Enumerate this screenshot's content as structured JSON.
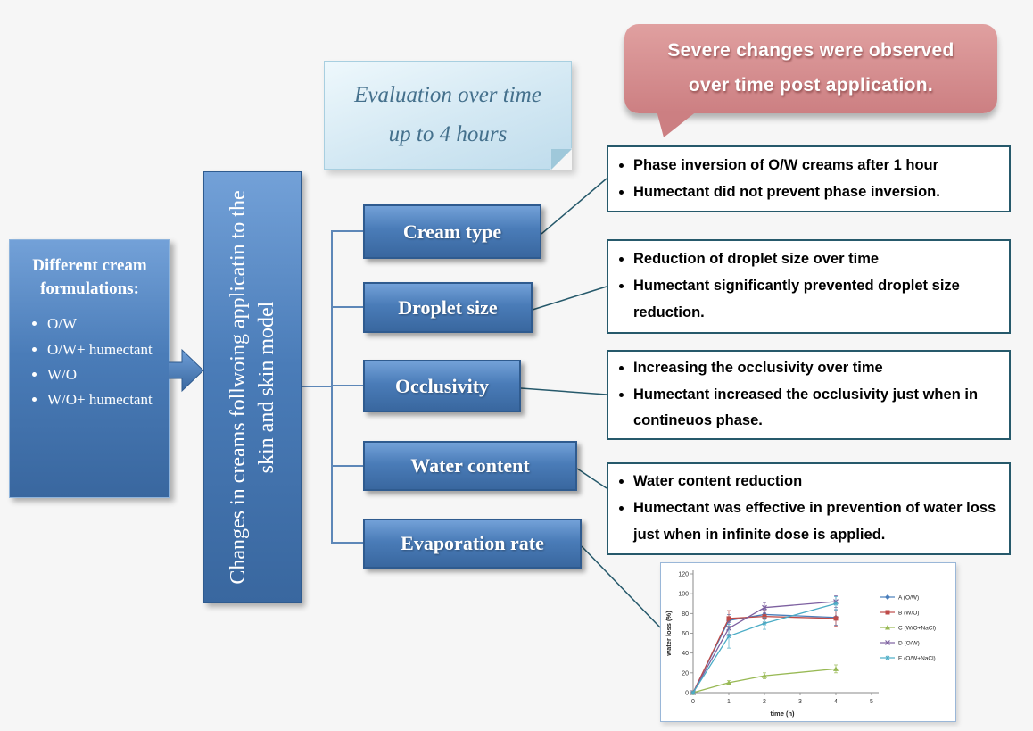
{
  "left_panel": {
    "title": "Different cream formulations:",
    "items": [
      "O/W",
      "O/W+ humectant",
      "W/O",
      "W/O+ humectant"
    ]
  },
  "spine": {
    "label": "Changes in creams follwoing applicatin to the skin and skin model"
  },
  "note": {
    "line1": "Evaluation over time",
    "line2": "up to 4 hours"
  },
  "bubble": {
    "line1": "Severe changes were observed",
    "line2": "over time post application."
  },
  "nodes": [
    {
      "label": "Cream type"
    },
    {
      "label": "Droplet size"
    },
    {
      "label": "Occlusivity"
    },
    {
      "label": "Water content"
    },
    {
      "label": "Evaporation rate"
    }
  ],
  "findings": [
    {
      "bullets": [
        "Phase inversion of O/W creams after 1 hour",
        "Humectant did not prevent phase inversion."
      ]
    },
    {
      "bullets": [
        "Reduction of droplet size over time",
        "Humectant significantly prevented droplet size reduction."
      ]
    },
    {
      "bullets": [
        "Increasing the occlusivity over time",
        "Humectant increased the occlusivity just when in contineuos phase."
      ]
    },
    {
      "bullets": [
        "Water content reduction",
        "Humectant was effective in prevention of water loss just when in infinite dose is applied."
      ]
    }
  ],
  "colors": {
    "node_blue": "#4a7cb8",
    "finding_border": "#26596b",
    "bubble_pink": "#cc7f82",
    "note_blue": "#cfe6f2"
  },
  "chart_data": {
    "type": "line",
    "x": [
      0,
      1,
      2,
      4
    ],
    "series": [
      {
        "name": "A (O/W)",
        "color": "#4a7ebb",
        "marker": "diamond",
        "values": [
          0,
          73,
          79,
          76
        ],
        "errors": [
          0,
          6,
          5,
          8
        ]
      },
      {
        "name": "B (W/O)",
        "color": "#be4b48",
        "marker": "square",
        "values": [
          0,
          75,
          77,
          75
        ],
        "errors": [
          0,
          8,
          6,
          8
        ]
      },
      {
        "name": "C (W/O+NaCl)",
        "color": "#98b954",
        "marker": "triangle",
        "values": [
          0,
          10,
          17,
          24
        ],
        "errors": [
          0,
          2,
          3,
          4
        ]
      },
      {
        "name": "D (O/W)",
        "color": "#7d60a0",
        "marker": "x",
        "values": [
          0,
          65,
          86,
          92
        ],
        "errors": [
          0,
          6,
          5,
          6
        ]
      },
      {
        "name": "E (O/W+NaCl)",
        "color": "#4bacc6",
        "marker": "star",
        "values": [
          0,
          57,
          70,
          90
        ],
        "errors": [
          0,
          12,
          6,
          7
        ]
      }
    ],
    "xlabel": "time (h)",
    "ylabel": "water loss (%)",
    "xlim": [
      0,
      5
    ],
    "ylim": [
      0,
      120
    ],
    "xticks": [
      0,
      1,
      2,
      3,
      4,
      5
    ],
    "yticks": [
      0,
      20,
      40,
      60,
      80,
      100,
      120
    ],
    "grid": false,
    "legend_position": "right"
  }
}
